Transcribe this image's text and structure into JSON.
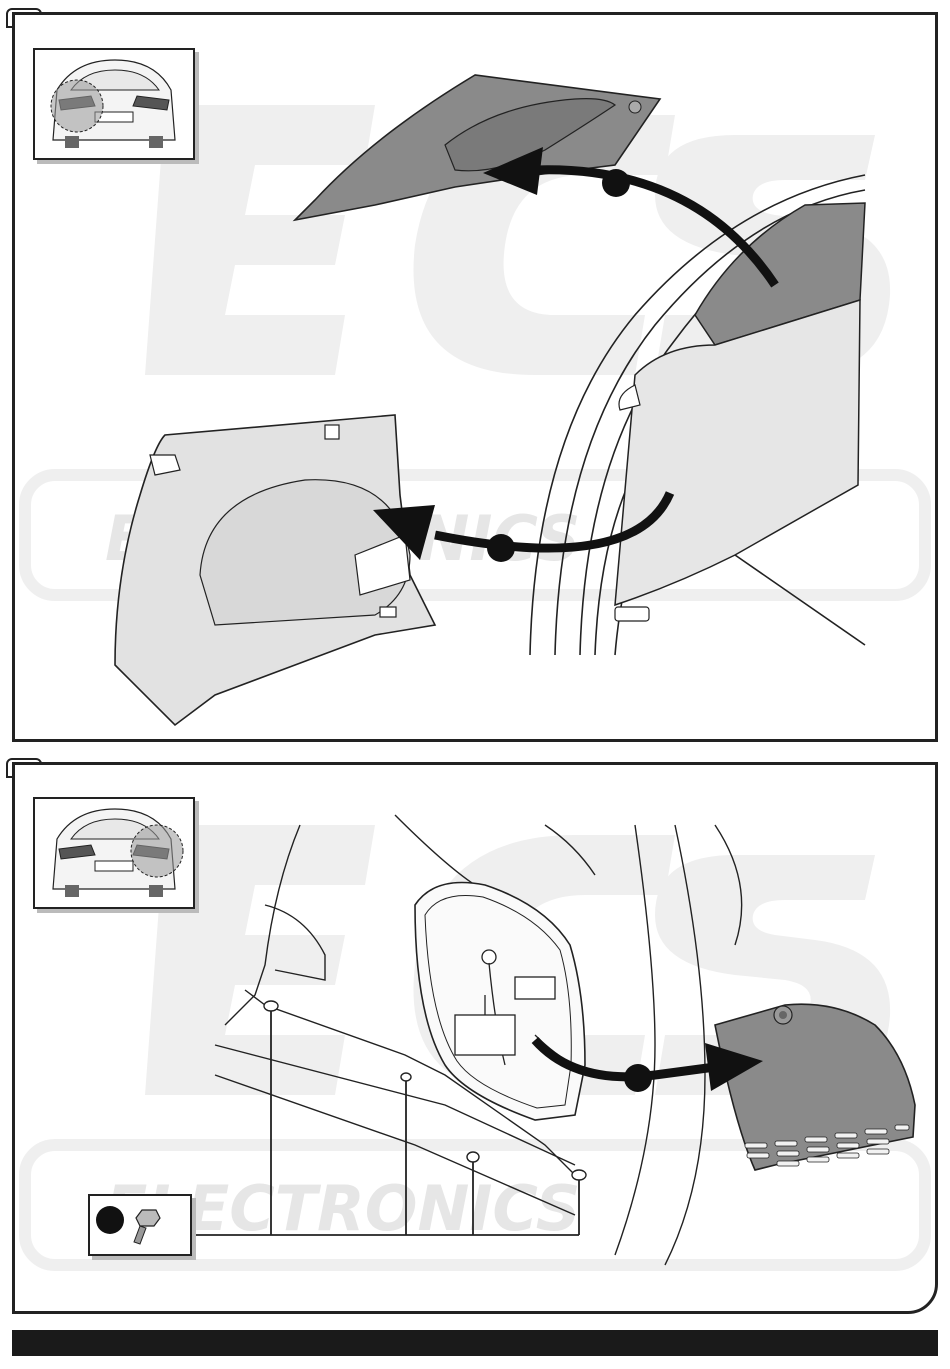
{
  "watermark": {
    "logo_text": "ECS",
    "sub_text": "ELECTRONICS"
  },
  "steps": [
    {
      "number": "",
      "action": "remove-trim-panels"
    },
    {
      "number": "",
      "action": "remove-light-cover-and-bolts"
    }
  ],
  "colors": {
    "line": "#222222",
    "dark_part": "#8a8a8a",
    "light_part": "#e2e2e2",
    "watermark": "#ececec",
    "bar": "#1a1a1a"
  },
  "icons": [
    "car-rear-icon",
    "arrow-icon",
    "bolt-icon",
    "callout-dot-icon"
  ]
}
